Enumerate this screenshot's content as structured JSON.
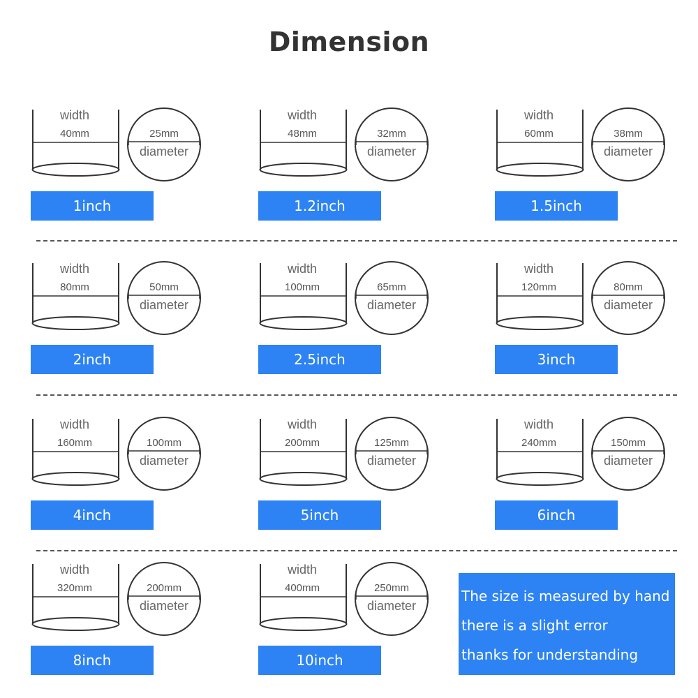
{
  "title": "Dimension",
  "width_word": "width",
  "diameter_word": "diameter",
  "rows": [
    [
      {
        "width": "40mm",
        "diameter": "25mm",
        "size": "1inch"
      },
      {
        "width": "48mm",
        "diameter": "32mm",
        "size": "1.2inch"
      },
      {
        "width": "60mm",
        "diameter": "38mm",
        "size": "1.5inch"
      }
    ],
    [
      {
        "width": "80mm",
        "diameter": "50mm",
        "size": "2inch"
      },
      {
        "width": "100mm",
        "diameter": "65mm",
        "size": "2.5inch"
      },
      {
        "width": "120mm",
        "diameter": "80mm",
        "size": "3inch"
      }
    ],
    [
      {
        "width": "160mm",
        "diameter": "100mm",
        "size": "4inch"
      },
      {
        "width": "200mm",
        "diameter": "125mm",
        "size": "5inch"
      },
      {
        "width": "240mm",
        "diameter": "150mm",
        "size": "6inch"
      }
    ],
    [
      {
        "width": "320mm",
        "diameter": "200mm",
        "size": "8inch"
      },
      {
        "width": "400mm",
        "diameter": "250mm",
        "size": "10inch"
      }
    ]
  ],
  "note": {
    "line1": "The size is measured by hand",
    "line2": "there is a slight error",
    "line3": "thanks for understanding"
  },
  "colors": {
    "badge": "#2d83f3",
    "badge_text": "#ffffff",
    "line": "#333333"
  }
}
